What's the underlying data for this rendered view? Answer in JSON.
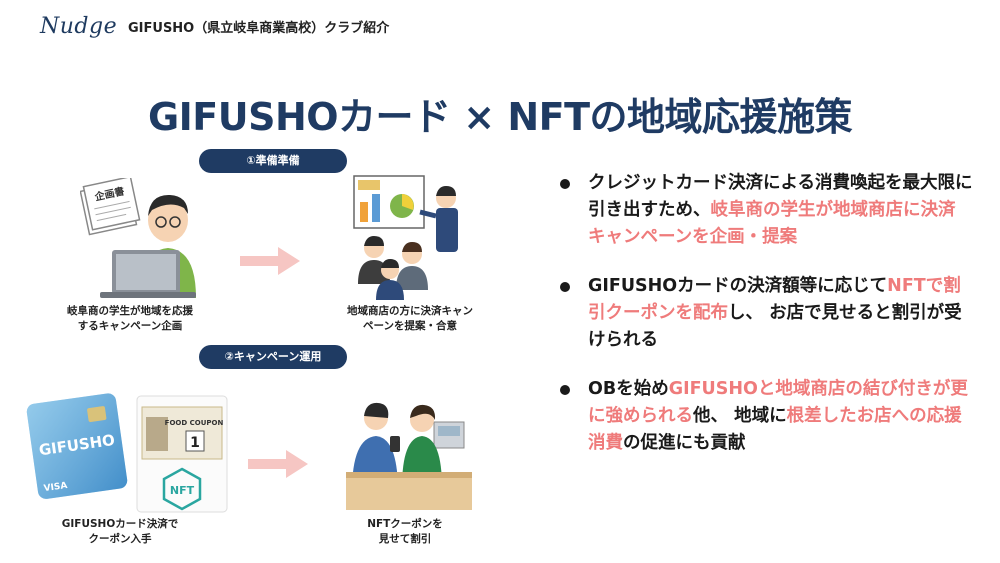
{
  "header": {
    "logo_text": "Nudge",
    "title": "GIFUSHO（県立岐阜商業高校）クラブ紹介"
  },
  "slide": {
    "title": "GIFUSHOカード × NFTの地域応援施策"
  },
  "steps": {
    "step1_label": "①準備準備",
    "step2_label": "②キャンペーン運用"
  },
  "illustrations": {
    "document_label": "企画書",
    "coupon_title": "FOOD COUPON",
    "coupon_number": "1",
    "nft_mark": "NFT",
    "card_brand": "GIFUSHO",
    "card_network": "VISA"
  },
  "captions": {
    "c1_line1": "岐阜商の学生が地域を応援",
    "c1_line2": "するキャンペーン企画",
    "c2_line1": "地域商店の方に決済キャン",
    "c2_line2": "ペーンを提案・合意",
    "c3_line1": "GIFUSHOカード決済で",
    "c3_line2": "クーポン入手",
    "c4_line1": "NFTクーポンを",
    "c4_line2": "見せて割引"
  },
  "bullets": [
    {
      "segments": [
        {
          "text": "クレジットカード決済による消費喚起を最大限に引き出すため、",
          "highlight": false
        },
        {
          "text": "岐阜商の学生が地域商店に決済 キャンペーンを企画・提案",
          "highlight": true
        }
      ]
    },
    {
      "segments": [
        {
          "text": "GIFUSHOカードの決済額等に応じて",
          "highlight": false
        },
        {
          "text": "NFTで割引クーポンを配布",
          "highlight": true
        },
        {
          "text": "し、 お店で見せると割引が受けられる",
          "highlight": false
        }
      ]
    },
    {
      "segments": [
        {
          "text": "OBを始め",
          "highlight": false
        },
        {
          "text": "GIFUSHOと地域商店の結び付きが更に強められる",
          "highlight": true
        },
        {
          "text": "他、 地域に",
          "highlight": false
        },
        {
          "text": "根差したお店への応援消費",
          "highlight": true
        },
        {
          "text": "の促進にも貢献",
          "highlight": false
        }
      ]
    }
  ],
  "colors": {
    "navy": "#1f3b63",
    "highlight": "#ef7b7b",
    "arrow": "#f6c6c3"
  }
}
